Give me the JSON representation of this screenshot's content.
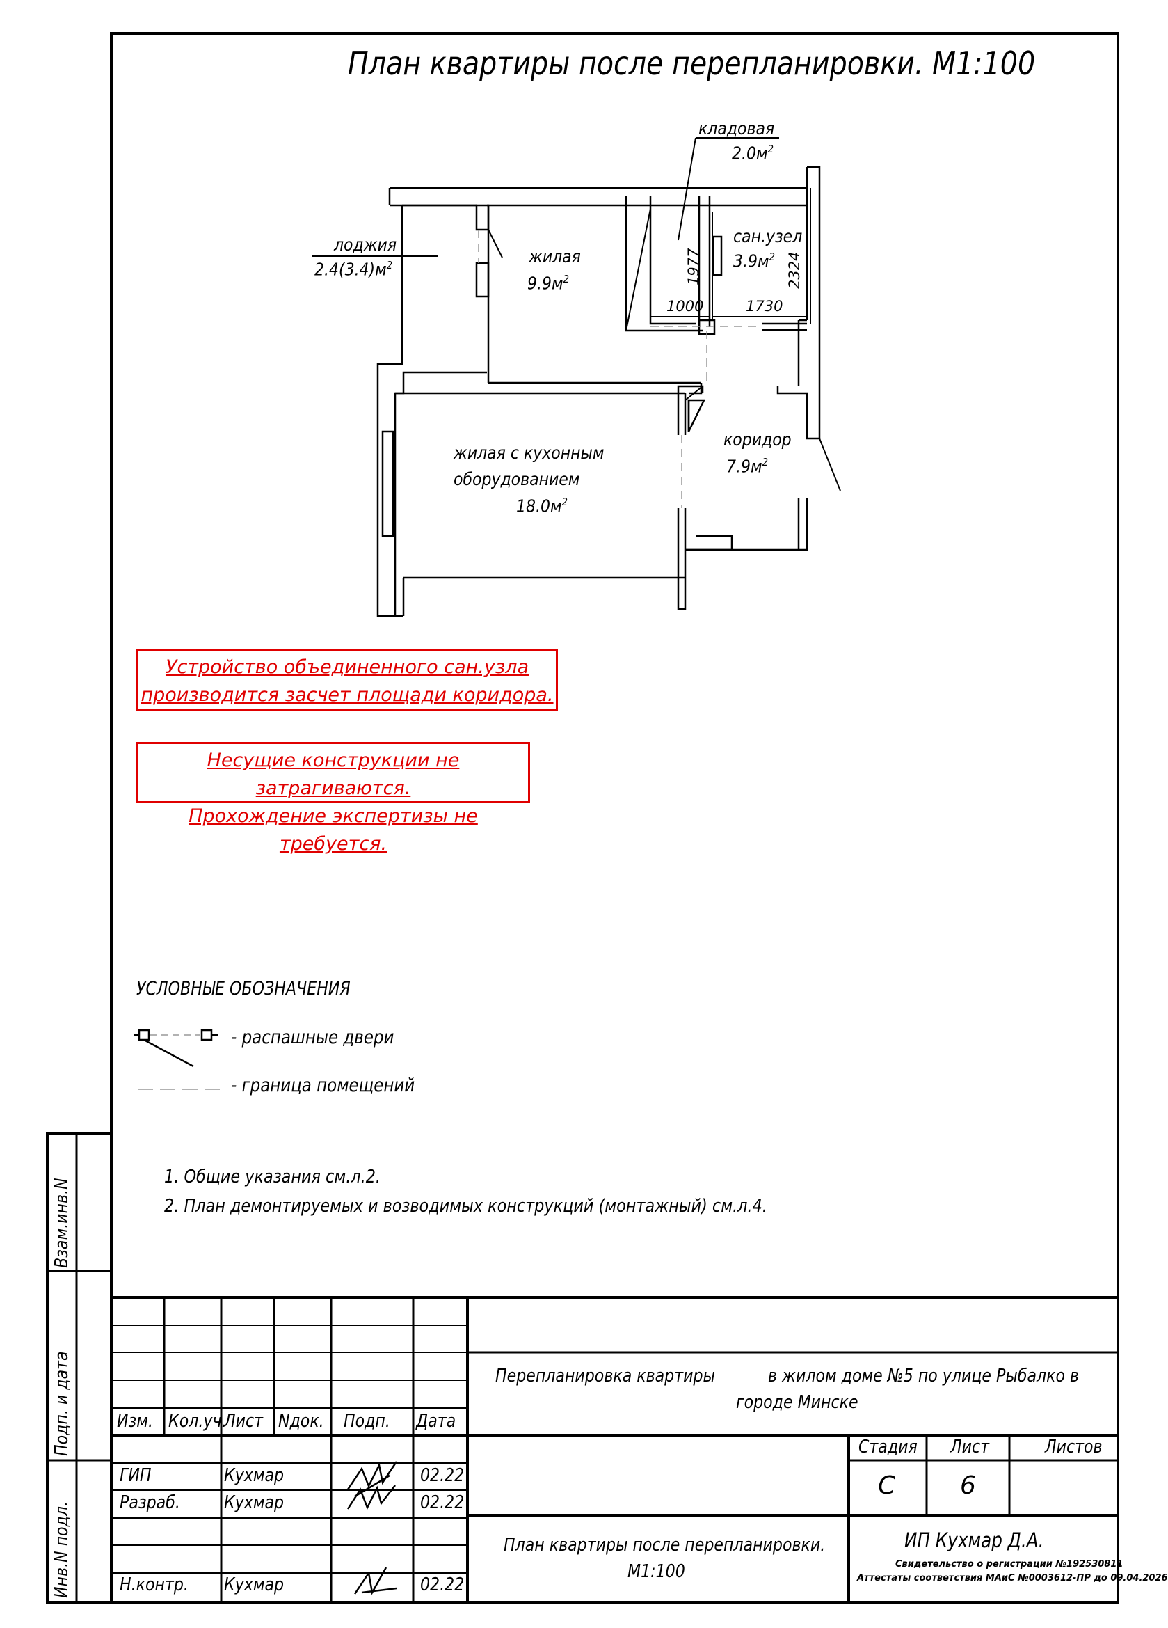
{
  "sheet_title": "План квартиры после перепланировки. М1:100",
  "rooms": {
    "pantry": {
      "name": "кладовая",
      "area": "2.0м",
      "sup": "2"
    },
    "loggia": {
      "name": "лоджия",
      "area": "2.4(3.4)м",
      "sup": "2"
    },
    "living": {
      "name": "жилая",
      "area": "9.9м",
      "sup": "2"
    },
    "bathroom": {
      "name": "сан.узел",
      "area": "3.9м",
      "sup": "2"
    },
    "living_kitchen": {
      "name_line1": "жилая с кухонным",
      "name_line2": "оборудованием",
      "area": "18.0м",
      "sup": "2"
    },
    "corridor": {
      "name": "коридор",
      "area": "7.9м",
      "sup": "2"
    }
  },
  "dimensions": {
    "d1977": "1977",
    "d2324": "2324",
    "d1000": "1000",
    "d1730": "1730"
  },
  "notes_red": [
    {
      "line1": "Устройство объединенного сан.узла",
      "line2": "производится засчет площади коридора."
    },
    {
      "line1": "Несущие конструкции не затрагиваются.",
      "line2": "Прохождение экспертизы не требуется."
    }
  ],
  "legend": {
    "title": "УСЛОВНЫЕ ОБОЗНАЧЕНИЯ",
    "doors": "- распашные двери",
    "boundary": "- граница помещений"
  },
  "general_notes": [
    "1.  Общие указания см.л.2.",
    "2.  План демонтируемых и возводимых конструкций (монтажный) см.л.4."
  ],
  "side_stamp": {
    "vzam": "Взам.инв.N",
    "podp": "Подп. и дата",
    "inv": "Инв.N подл."
  },
  "title_block": {
    "headers": {
      "izm": "Изм.",
      "koluch": "Кол.уч.",
      "list": "Лист",
      "ndok": "Nдок.",
      "podp": "Подп.",
      "data": "Дата"
    },
    "rows": [
      {
        "role": "ГИП",
        "name": "Кухмар",
        "date": "02.22"
      },
      {
        "role": "Разраб.",
        "name": "Кухмар",
        "date": "02.22"
      },
      {
        "role": "Н.контр.",
        "name": "Кухмар",
        "date": "02.22"
      }
    ],
    "project_line1a": "Перепланировка квартиры",
    "project_line1b": "в жилом доме №5 по улице Рыбалко в",
    "project_line2": "городе Минске",
    "stage_label": "Стадия",
    "sheet_label": "Лист",
    "sheets_label": "Листов",
    "stage_value": "С",
    "sheet_value": "6",
    "sheets_value": "",
    "drawing_line1": "План квартиры после перепланировки.",
    "drawing_line2": "М1:100",
    "company": "ИП Кухмар Д.А.",
    "cert_line1": "Свидетельство о регистрации №192530811",
    "cert_line2": "Аттестаты соответствия МАиС №0003612-ПР до 09.04.2026"
  },
  "colors": {
    "note_red": "#e00000",
    "line": "#000000"
  }
}
